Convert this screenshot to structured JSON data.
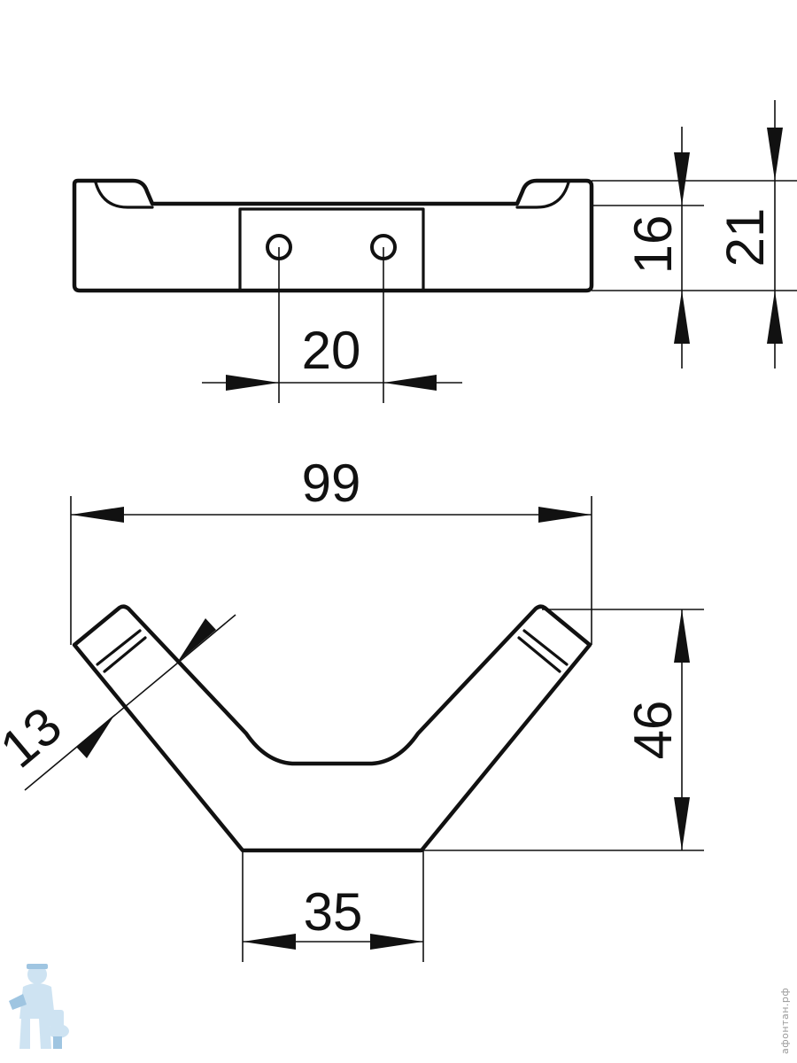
{
  "drawing": {
    "front_view": {
      "hole_spacing": "20",
      "body_height": "16",
      "total_height": "21"
    },
    "top_view": {
      "total_width": "99",
      "arm_width": "13",
      "depth": "46",
      "base_width": "35"
    }
  },
  "watermark": {
    "site": "афонтан.рф",
    "logo_icon": "plumber-mascot-icon"
  }
}
